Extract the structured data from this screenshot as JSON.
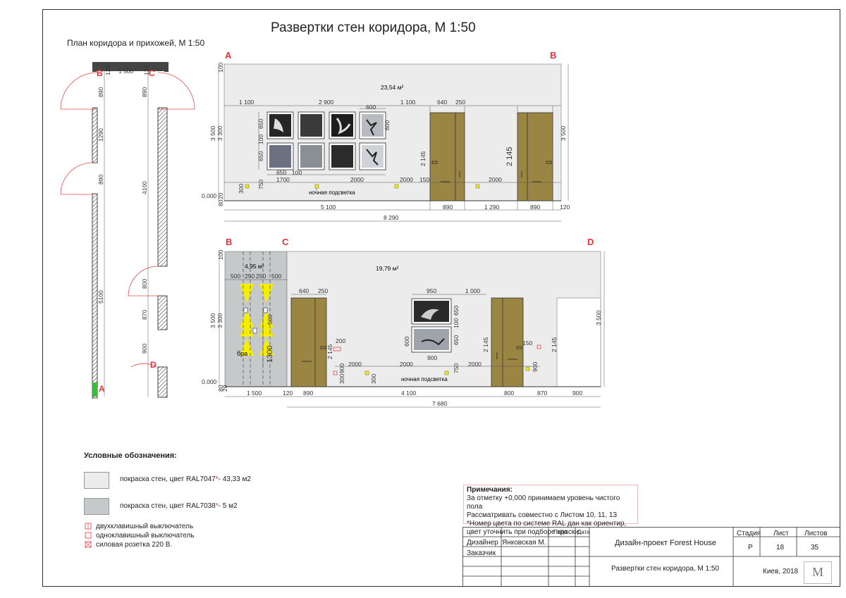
{
  "title": "Развертки стен коридора, М 1:50",
  "plan_title": "План коридора и прихожей, М 1:50",
  "plan": {
    "dims_vertical_left": [
      "890",
      "1290",
      "890",
      "5100"
    ],
    "dims_vertical_right": [
      "890",
      "4100",
      "800",
      "870",
      "900"
    ],
    "top_dims": [
      "120",
      "1 500",
      "120"
    ],
    "labels": [
      "B",
      "C",
      "D",
      "A"
    ]
  },
  "elev1": {
    "corner_left": "A",
    "corner_right": "B",
    "area": "23,54 м²",
    "night_light": "ночная подсветка",
    "level": "0,000",
    "top_dims": [
      "1 100",
      "2 900",
      "600",
      "1 100",
      "640",
      "250"
    ],
    "left_dims": [
      "100",
      "3 500",
      "3 300",
      "650",
      "100",
      "650",
      "750",
      "300",
      "20",
      "80"
    ],
    "right_dim": "3 500",
    "photo_dims": [
      "650",
      "100",
      "600"
    ],
    "small_dims": [
      "1700",
      "2000",
      "2000",
      "150",
      "2000"
    ],
    "door_heights": [
      "2 145",
      "2 145"
    ],
    "bottom_dims": [
      "5 100",
      "890",
      "1 290",
      "890",
      "120"
    ],
    "total": "8 290"
  },
  "elev2": {
    "corner_b": "B",
    "corner_c": "C",
    "corner_d": "D",
    "area_small": "4,95 м²",
    "area": "19,79 м²",
    "sconce": "бра",
    "night_light": "ночная подсветка",
    "level": "0,000",
    "top_dims_left": [
      "500",
      "250",
      "250",
      "500"
    ],
    "door_dims": [
      "640",
      "250"
    ],
    "photo_top": [
      "950",
      "1 000"
    ],
    "photo_side": [
      "650",
      "100",
      "650",
      "600"
    ],
    "photo_bottom": "900",
    "dims_misc": [
      "500",
      "1300",
      "2 145",
      "200",
      "900",
      "300",
      "2000",
      "2000",
      "750",
      "2000",
      "300",
      "2 145",
      "150",
      "900",
      "2 145"
    ],
    "left_dims": [
      "100",
      "3 500",
      "3 300",
      "80",
      "20"
    ],
    "right_dim": "3 500",
    "bottom_dims": [
      "1 500",
      "120",
      "890",
      "4 100",
      "800",
      "870",
      "900"
    ],
    "total": "7 680"
  },
  "legend": {
    "heading": "Условные обозначения:",
    "items": [
      {
        "text_a": "покраска стен, цвет RAL7047",
        "text_b": "- 43,33 м2"
      },
      {
        "text_a": "покраска стен, цвет RAL7038",
        "text_b": "- 5 м2"
      }
    ],
    "symbols": [
      "двухклавишный выключатель",
      "одноклавишный выключатель",
      "силовая розетка 220 В."
    ],
    "colors": {
      "light_wall": "#ececec",
      "dark_wall": "#c6c9c9",
      "door": "#9a8543",
      "accent": "#e2323a",
      "highlight": "#f5ee00"
    }
  },
  "notes": {
    "heading": "Примечания:",
    "lines": [
      "За отметку +0,000 принимаем уровень чистого пола",
      "Рассматривать совместно с Листом 10, 11, 13",
      "*Номер цвета по системе RAL дан как ориентир,",
      "цвет уточнить при подборе краски."
    ]
  },
  "titleblock": {
    "designer_label": "Дизайнер",
    "designer_name": "Янковская М.",
    "client_label": "Заказчик",
    "sign_label": "Подп.",
    "date_label": "Дата",
    "project": "Дизайн-проект Forest House",
    "sheet_title": "Развертки стен коридора, М 1:50",
    "city": "Киев, 2018",
    "stage_label": "Стадия",
    "sheet_label": "Лист",
    "sheets_label": "Листов",
    "stage": "Р",
    "sheet": "18",
    "sheets": "35"
  }
}
